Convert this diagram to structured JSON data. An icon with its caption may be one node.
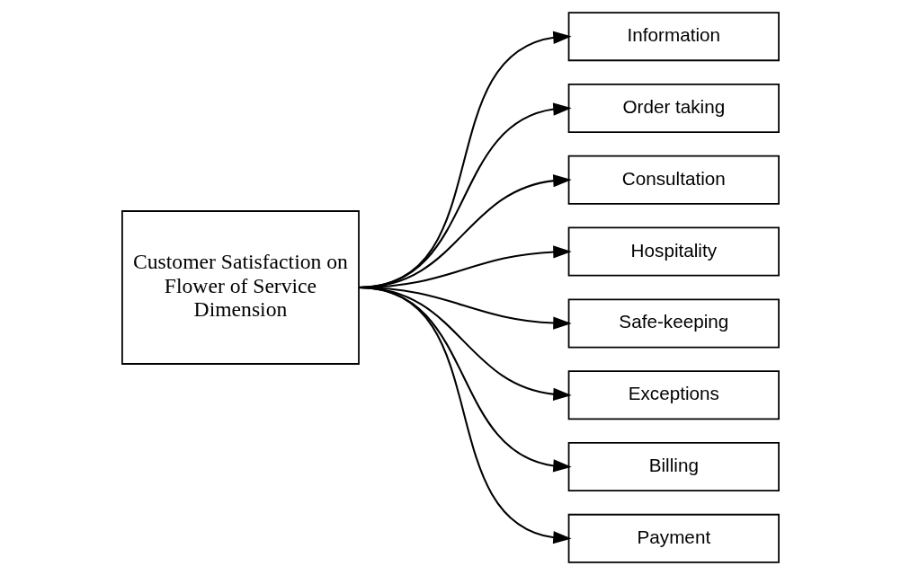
{
  "diagram": {
    "nodes": [
      {
        "text": [
          "Customer Satisfaction on Flower of Service Dimension"
        ]
      },
      {
        "text": [
          "Information"
        ]
      },
      {
        "text": [
          "Order taking"
        ]
      },
      {
        "text": [
          "Consultation"
        ]
      },
      {
        "text": [
          "Hospitality"
        ]
      },
      {
        "text": [
          "Safe-keeping"
        ]
      },
      {
        "text": [
          "Exceptions"
        ]
      },
      {
        "text": [
          "Billing"
        ]
      },
      {
        "text": [
          "Payment"
        ]
      }
    ],
    "edges": [
      {
        "from": 0,
        "to": 1,
        "arrow": "to"
      },
      {
        "from": 0,
        "to": 2,
        "arrow": "to"
      },
      {
        "from": 0,
        "to": 3,
        "arrow": "to"
      },
      {
        "from": 0,
        "to": 4,
        "arrow": "to"
      },
      {
        "from": 0,
        "to": 5,
        "arrow": "to"
      },
      {
        "from": 0,
        "to": 6,
        "arrow": "to"
      },
      {
        "from": 0,
        "to": 7,
        "arrow": "to"
      },
      {
        "from": 0,
        "to": 8,
        "arrow": "to"
      }
    ]
  }
}
